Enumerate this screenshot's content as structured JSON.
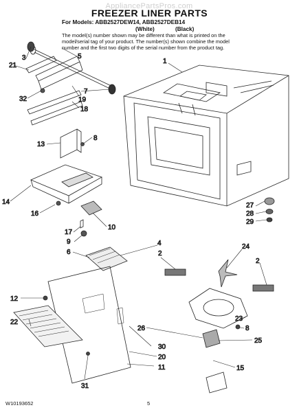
{
  "watermark": "AppliancePartsPros.com",
  "title": "FREEZER LINER PARTS",
  "models_line": "For Models: ABB2527DEW14, ABB2527DEB14",
  "color_white": "(White)",
  "color_black": "(Black)",
  "note_lines": [
    "The model(s) number shown may be different than what is printed on the",
    "model/serial tag of your product. The number(s) shown combine the model",
    "number and the first two digits of the serial number from the product tag."
  ],
  "doc_number": "W10193652",
  "page_number": "5",
  "callouts": [
    "3",
    "5",
    "21",
    "1",
    "19",
    "7",
    "32",
    "18",
    "13",
    "8",
    "14",
    "16",
    "27",
    "28",
    "29",
    "10",
    "17",
    "9",
    "6",
    "4",
    "24",
    "2",
    "2",
    "12",
    "22",
    "23",
    "8",
    "26",
    "25",
    "30",
    "20",
    "11",
    "15",
    "31"
  ]
}
